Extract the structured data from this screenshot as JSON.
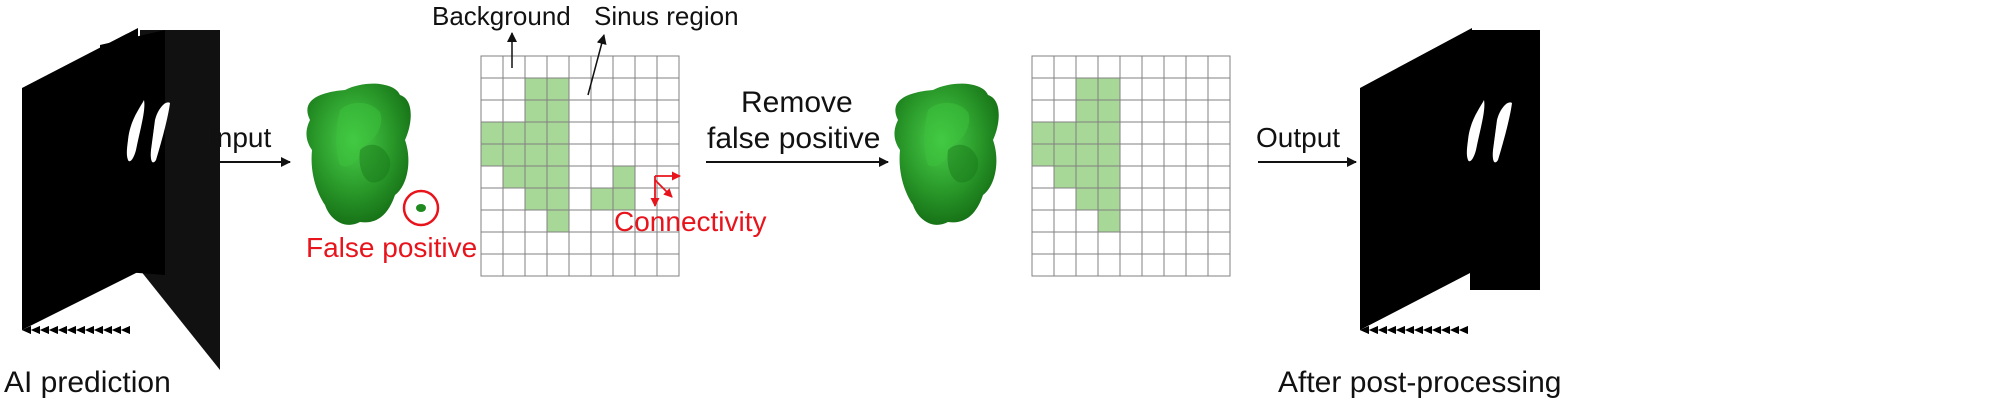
{
  "labels": {
    "ai_prediction": "AI prediction",
    "input": "Input",
    "false_positive": "False positive",
    "background": "Background",
    "sinus_region": "Sinus region",
    "connectivity": "Connectivity",
    "remove_line1": "Remove",
    "remove_line2": "false positive",
    "output": "Output",
    "after_post_processing": "After post-processing"
  },
  "grids": {
    "rows": 10,
    "cols": 9,
    "first_grid_filled": [
      [
        1,
        2
      ],
      [
        1,
        3
      ],
      [
        2,
        2
      ],
      [
        2,
        3
      ],
      [
        3,
        0
      ],
      [
        3,
        1
      ],
      [
        3,
        2
      ],
      [
        3,
        3
      ],
      [
        4,
        0
      ],
      [
        4,
        1
      ],
      [
        4,
        2
      ],
      [
        4,
        3
      ],
      [
        5,
        1
      ],
      [
        5,
        2
      ],
      [
        5,
        3
      ],
      [
        5,
        6
      ],
      [
        6,
        2
      ],
      [
        6,
        3
      ],
      [
        6,
        5
      ],
      [
        6,
        6
      ],
      [
        7,
        3
      ]
    ],
    "second_grid_filled": [
      [
        1,
        2
      ],
      [
        1,
        3
      ],
      [
        2,
        2
      ],
      [
        2,
        3
      ],
      [
        3,
        0
      ],
      [
        3,
        1
      ],
      [
        3,
        2
      ],
      [
        3,
        3
      ],
      [
        4,
        0
      ],
      [
        4,
        1
      ],
      [
        4,
        2
      ],
      [
        4,
        3
      ],
      [
        5,
        1
      ],
      [
        5,
        2
      ],
      [
        5,
        3
      ],
      [
        6,
        2
      ],
      [
        6,
        3
      ],
      [
        7,
        3
      ]
    ]
  },
  "colors": {
    "cell_fill": "#a8d898",
    "grid_line": "#808080",
    "highlight_red": "#e8141c",
    "blob_green": "#2a9a2a",
    "slice_black": "#000000"
  }
}
